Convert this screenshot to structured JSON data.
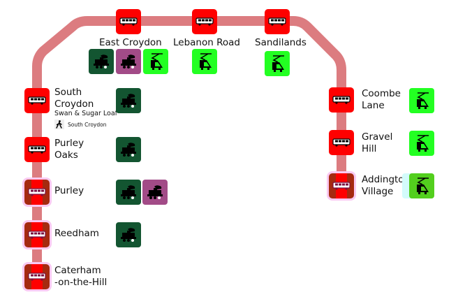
{
  "map": {
    "line_color": "#dc7c80",
    "colors": {
      "bus_stop": "#fe0000",
      "national_rail": "#135531",
      "other_rail": "#a24b87",
      "tram": "#23ff22"
    }
  },
  "stops": [
    {
      "id": "east-croydon",
      "name_lines": [
        "East Croydon"
      ],
      "interchanges": [
        "national-rail-icon",
        "other-rail-icon",
        "tram-icon"
      ]
    },
    {
      "id": "lebanon-road",
      "name_lines": [
        "Lebanon Road"
      ],
      "interchanges": [
        "tram-icon"
      ]
    },
    {
      "id": "sandilands",
      "name_lines": [
        "Sandilands"
      ],
      "interchanges": [
        "tram-icon"
      ]
    },
    {
      "id": "coombe-lane",
      "name_lines": [
        "Coombe",
        "Lane"
      ],
      "interchanges": [
        "tram-icon"
      ]
    },
    {
      "id": "gravel-hill",
      "name_lines": [
        "Gravel",
        "Hill"
      ],
      "interchanges": [
        "tram-icon"
      ]
    },
    {
      "id": "addington-village",
      "name_lines": [
        "Addington",
        "Village"
      ],
      "interchanges": [
        "tram-icon"
      ]
    },
    {
      "id": "south-croydon",
      "name_lines": [
        "South",
        "Croydon"
      ],
      "subtitle": "Swan & Sugar Loaf",
      "walk_link": "South Croydon",
      "interchanges": [
        "national-rail-icon"
      ]
    },
    {
      "id": "purley-oaks",
      "name_lines": [
        "Purley",
        "Oaks"
      ],
      "interchanges": [
        "national-rail-icon"
      ]
    },
    {
      "id": "purley",
      "name_lines": [
        "Purley"
      ],
      "interchanges": [
        "national-rail-icon",
        "other-rail-icon"
      ]
    },
    {
      "id": "reedham",
      "name_lines": [
        "Reedham"
      ],
      "interchanges": [
        "national-rail-icon"
      ]
    },
    {
      "id": "caterham",
      "name_lines": [
        "Caterham",
        "-on-the-Hill"
      ],
      "interchanges": []
    }
  ]
}
